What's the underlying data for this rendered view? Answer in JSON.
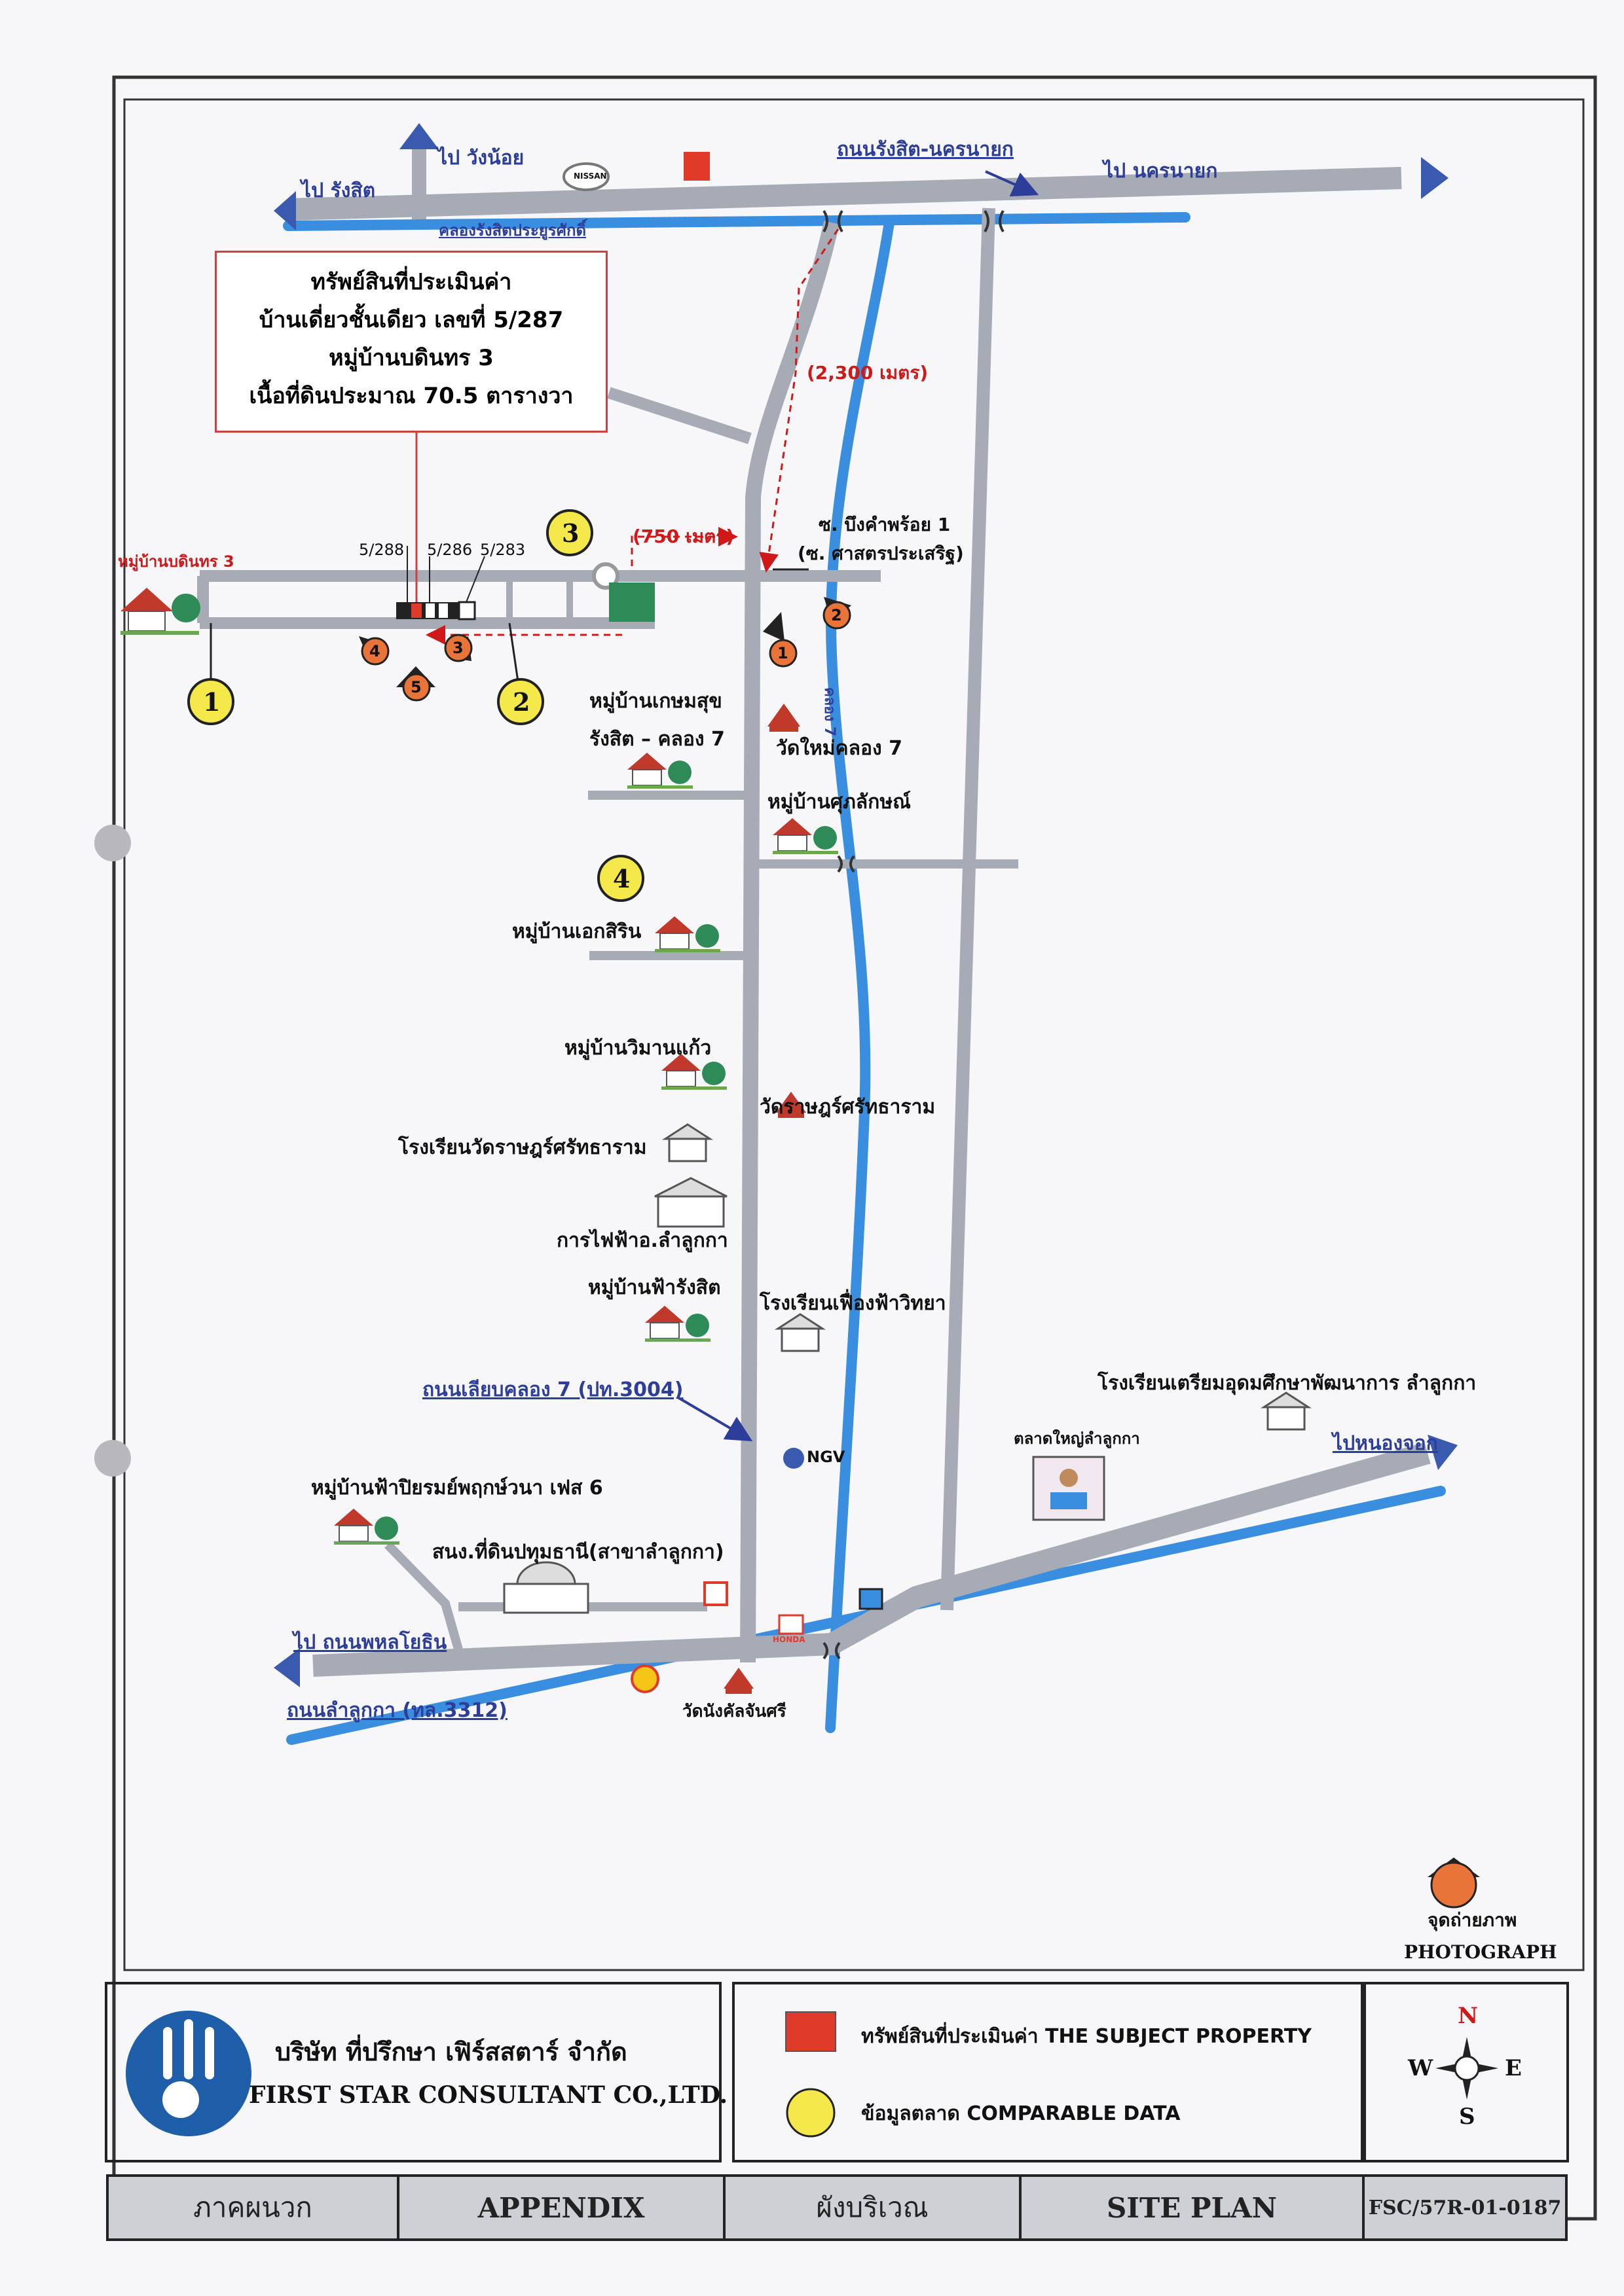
{
  "callout": {
    "line1": "ทรัพย์สินที่ประเมินค่า",
    "line2": "บ้านเดี่ยวชั้นเดียว เลขที่ 5/287",
    "line3": "หมู่บ้านบดินทร 3",
    "line4": "เนื้อที่ดินประมาณ 70.5 ตารางวา"
  },
  "roads": {
    "to_wangnoi": "ไป วังน้อย",
    "to_rangsit": "ไป รังสิต",
    "rangsit_nakhonnayok": "ถนนรังสิต-นครนายก",
    "to_nakhonnayok": "ไป นครนายก",
    "canal_rangsit": "คลองรังสิตประยูรศักดิ์",
    "khlong7_road": "ถนนเลียบคลอง 7 (ปท.3004)",
    "lumlukka_road": "ถนนลำลูกกา (ทล.3312)",
    "to_phahonyothin": "ไป ถนนพหลโยธิน",
    "to_nongchok": "ไปหนองจอก",
    "canal7": "คลอง 7"
  },
  "distances": {
    "d2300": "(2,300 เมตร)",
    "d750": "(750 เมตร)"
  },
  "soi": {
    "line1": "ซ. บึงคำพร้อย 1",
    "line2": "(ซ. ศาสตรประเสริฐ)"
  },
  "houses": {
    "h288": "5/288",
    "h286": "5/286",
    "h283": "5/283"
  },
  "places": {
    "badin3": "หมู่บ้านบดินทร 3",
    "kasemsuk1": "หมู่บ้านเกษมสุข",
    "kasemsuk2": "รังสิต – คลอง 7",
    "watmai": "วัดใหม่คลอง 7",
    "suklak": "หมู่บ้านศุภลักษณ์",
    "eksirin": "หมู่บ้านเอกสิริน",
    "wimankaew": "หมู่บ้านวิมานแก้ว",
    "watrat": "วัดราษฎร์ศรัทธาราม",
    "school_watrat": "โรงเรียนวัดราษฎร์ศรัทธาราม",
    "electric": "การไฟฟ้าอ.ลำลูกกา",
    "farangsit": "หมู่บ้านฟ้ารังสิต",
    "school_fueangfa": "โรงเรียนเฟื่องฟ้าวิทยา",
    "school_triam": "โรงเรียนเตรียมอุดมศึกษาพัฒนาการ ลำลูกกา",
    "market": "ตลาดใหญ่ลำลูกกา",
    "fapiyarom": "หมู่บ้านฟ้าปิยรมย์พฤกษ์วนา เฟส 6",
    "landoffice": "สนง.ที่ดินปทุมธานี(สาขาลำลูกกา)",
    "watnangkhan": "วัดนังคัลจันศรี",
    "ngv": "NGV",
    "nissan": "NISSAN",
    "honda": "HONDA"
  },
  "photo_points": [
    "1",
    "2",
    "3",
    "4",
    "5"
  ],
  "comparables": [
    "1",
    "2",
    "3",
    "4"
  ],
  "legend": {
    "photo_th": "จุดถ่ายภาพ",
    "photo_en": "PHOTOGRAPH",
    "subject": "ทรัพย์สินที่ประเมินค่า THE SUBJECT PROPERTY",
    "comparable": "ข้อมูลตลาด COMPARABLE DATA"
  },
  "company": {
    "th": "บริษัท ที่ปรึกษา เฟิร์สสตาร์ จำกัด",
    "en": "FIRST STAR CONSULTANT CO.,LTD."
  },
  "compass": {
    "n": "N",
    "s": "S",
    "e": "E",
    "w": "W"
  },
  "footer": {
    "appendix_th": "ภาคผนวก",
    "appendix_en": "APPENDIX",
    "siteplan_th": "ผังบริเวณ",
    "siteplan_en": "SITE PLAN",
    "code": "FSC/57R-01-0187"
  },
  "colors": {
    "road": "#a6abb6",
    "canal": "#3a8ee0",
    "subject": "#e03a2a",
    "comparable": "#f5e84a",
    "photo": "#e8743a",
    "arrow": "#3a5ab0"
  }
}
